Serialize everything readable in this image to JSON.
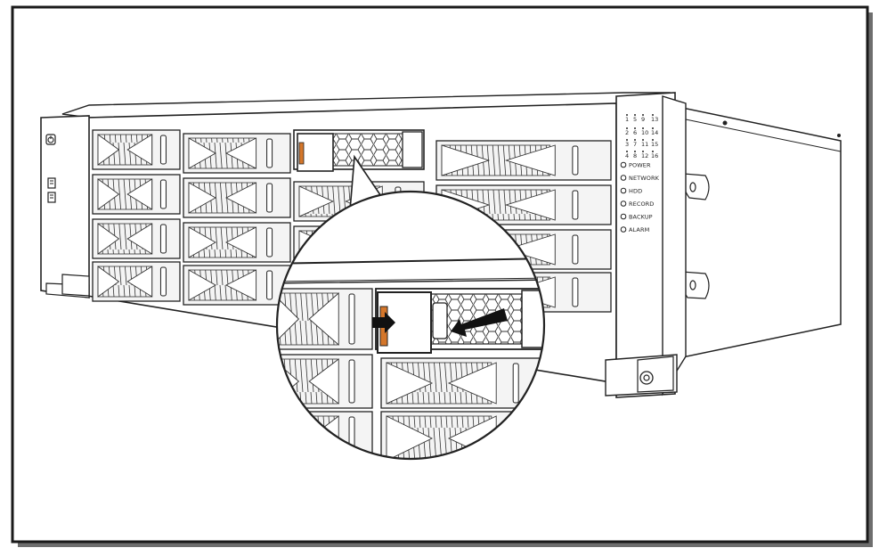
{
  "led_numbers": [
    [
      "1",
      "5",
      "9",
      "13"
    ],
    [
      "2",
      "6",
      "10",
      "14"
    ],
    [
      "3",
      "7",
      "11",
      "15"
    ],
    [
      "4",
      "8",
      "12",
      "16"
    ]
  ],
  "status_leds": [
    "POWER",
    "NETWORK",
    "HDD",
    "RECORD",
    "BACKUP",
    "ALARM"
  ],
  "pull_direction": "left-out",
  "colors": {
    "frame_border": "#1a1a1a",
    "line": "#222222",
    "bay_fill": "#f4f4f4",
    "handle_accent": "#d4762a",
    "background": "#ffffff"
  }
}
